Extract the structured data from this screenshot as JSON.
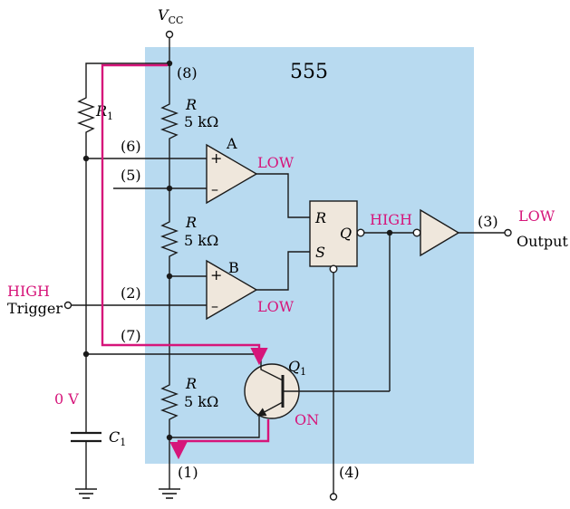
{
  "chip": {
    "name": "555",
    "box_color": "#b8daf0"
  },
  "supply": {
    "label": "V",
    "sub": "CC"
  },
  "pins": {
    "p8": "(8)",
    "p6": "(6)",
    "p5": "(5)",
    "p2": "(2)",
    "p7": "(7)",
    "p1": "(1)",
    "p4": "(4)",
    "p3": "(3)"
  },
  "resistors": {
    "r1": {
      "label": "R",
      "sub": "1"
    },
    "top": {
      "label": "R",
      "value": "5 kΩ"
    },
    "mid": {
      "label": "R",
      "value": "5 kΩ"
    },
    "bot": {
      "label": "R",
      "value": "5 kΩ"
    }
  },
  "capacitor": {
    "label": "C",
    "sub": "1"
  },
  "comparators": {
    "a": {
      "name": "A",
      "plus": "+",
      "minus": "–",
      "state": "LOW"
    },
    "b": {
      "name": "B",
      "plus": "+",
      "minus": "–",
      "state": "LOW"
    }
  },
  "flipflop": {
    "r": "R",
    "s": "S",
    "q": "Q",
    "q_state": "HIGH"
  },
  "output": {
    "state": "LOW",
    "label": "Output"
  },
  "trigger": {
    "state": "HIGH",
    "label": "Trigger"
  },
  "transistor": {
    "label": "Q",
    "sub": "1",
    "state": "ON"
  },
  "cap_voltage": "0 V",
  "colors": {
    "highlight": "#d6157a",
    "wire": "#1a1a1a"
  }
}
